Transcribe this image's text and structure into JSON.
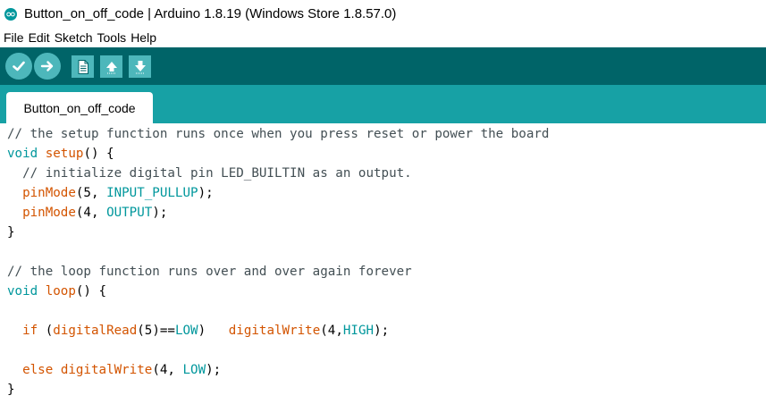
{
  "window": {
    "title": "Button_on_off_code | Arduino 1.8.19 (Windows Store 1.8.57.0)",
    "icon": "arduino-logo-icon"
  },
  "menu": {
    "items": [
      "File",
      "Edit",
      "Sketch",
      "Tools",
      "Help"
    ]
  },
  "toolbar": {
    "buttons": [
      {
        "name": "verify-button",
        "icon": "checkmark-icon"
      },
      {
        "name": "upload-button",
        "icon": "arrow-right-icon"
      },
      {
        "name": "new-sketch-button",
        "icon": "document-icon"
      },
      {
        "name": "open-sketch-button",
        "icon": "arrow-up-icon"
      },
      {
        "name": "save-sketch-button",
        "icon": "arrow-down-icon"
      }
    ]
  },
  "tabs": [
    {
      "label": "Button_on_off_code",
      "active": true
    }
  ],
  "colors": {
    "toolbar_bg": "#006468",
    "tabbar_bg": "#17a1a5",
    "button_bg": "#4db7bb",
    "keyword": "#00979c",
    "function": "#d35400",
    "comment": "#434f54"
  },
  "code": {
    "lines": [
      [
        [
          "cm",
          "// the setup function runs once when you press reset or power the board"
        ]
      ],
      [
        [
          "kw",
          "void"
        ],
        [
          "pl",
          " "
        ],
        [
          "fn",
          "setup"
        ],
        [
          "pl",
          "() {"
        ]
      ],
      [
        [
          "pl",
          "  "
        ],
        [
          "cm",
          "// initialize digital pin LED_BUILTIN as an output."
        ]
      ],
      [
        [
          "pl",
          "  "
        ],
        [
          "fn",
          "pinMode"
        ],
        [
          "pl",
          "(5, "
        ],
        [
          "ct",
          "INPUT_PULLUP"
        ],
        [
          "pl",
          ");"
        ]
      ],
      [
        [
          "pl",
          "  "
        ],
        [
          "fn",
          "pinMode"
        ],
        [
          "pl",
          "(4, "
        ],
        [
          "ct",
          "OUTPUT"
        ],
        [
          "pl",
          ");"
        ]
      ],
      [
        [
          "pl",
          "}"
        ]
      ],
      [],
      [
        [
          "cm",
          "// the loop function runs over and over again forever"
        ]
      ],
      [
        [
          "kw",
          "void"
        ],
        [
          "pl",
          " "
        ],
        [
          "fn",
          "loop"
        ],
        [
          "pl",
          "() {"
        ]
      ],
      [],
      [
        [
          "pl",
          "  "
        ],
        [
          "fn",
          "if"
        ],
        [
          "pl",
          " ("
        ],
        [
          "fn",
          "digitalRead"
        ],
        [
          "pl",
          "(5)=="
        ],
        [
          "ct",
          "LOW"
        ],
        [
          "pl",
          ")   "
        ],
        [
          "fn",
          "digitalWrite"
        ],
        [
          "pl",
          "(4,"
        ],
        [
          "ct",
          "HIGH"
        ],
        [
          "pl",
          ");"
        ]
      ],
      [],
      [
        [
          "pl",
          "  "
        ],
        [
          "fn",
          "else"
        ],
        [
          "pl",
          " "
        ],
        [
          "fn",
          "digitalWrite"
        ],
        [
          "pl",
          "(4, "
        ],
        [
          "ct",
          "LOW"
        ],
        [
          "pl",
          ");"
        ]
      ],
      [
        [
          "pl",
          "}"
        ]
      ]
    ]
  }
}
